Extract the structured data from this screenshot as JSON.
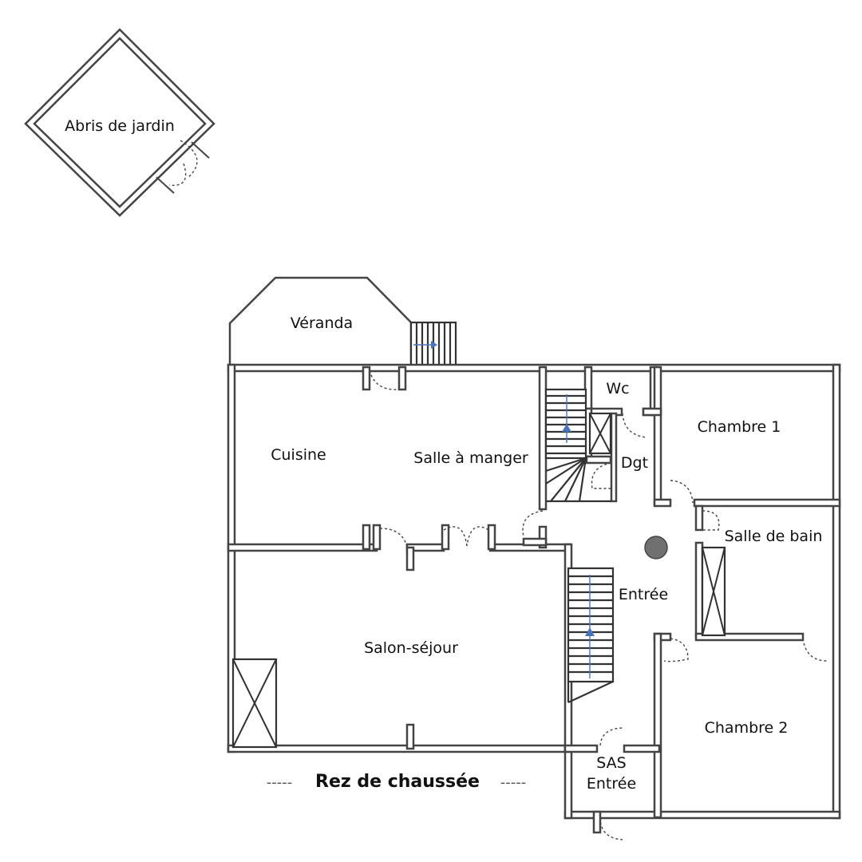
{
  "plan": {
    "title": "Rez de chaussée",
    "title_dashes": "-----",
    "rooms": {
      "abris": "Abris de jardin",
      "veranda": "Véranda",
      "cuisine": "Cuisine",
      "salle_a_manger": "Salle à manger",
      "wc": "Wc",
      "dgt": "Dgt",
      "chambre1": "Chambre 1",
      "salle_de_bain": "Salle de bain",
      "entree": "Entrée",
      "salon": "Salon-séjour",
      "chambre2": "Chambre 2",
      "sas_line1": "SAS",
      "sas_line2": "Entrée"
    }
  }
}
